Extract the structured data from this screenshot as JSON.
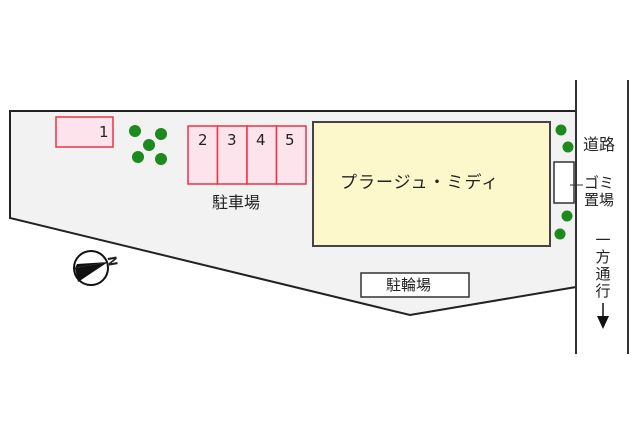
{
  "map": {
    "building_name": "プラージュ・ミディ",
    "parking_label": "駐車場",
    "bicycle_parking_label": "駐輪場",
    "road_label": "道路",
    "garbage_label_line1": "ゴミ",
    "garbage_label_line2": "置場",
    "one_way_chars": [
      "一",
      "方",
      "通",
      "行"
    ],
    "one_way_arrow": "↓",
    "north_label": "N",
    "parking_stalls": [
      "1",
      "2",
      "3",
      "4",
      "5"
    ]
  },
  "colors": {
    "lot_fill": "#f2f2f2",
    "building_fill": "#fdf8cc",
    "stall_fill": "#fde4ec",
    "stall_border": "#ee3344",
    "tree": "#1c8a1c",
    "outline": "#222222"
  }
}
